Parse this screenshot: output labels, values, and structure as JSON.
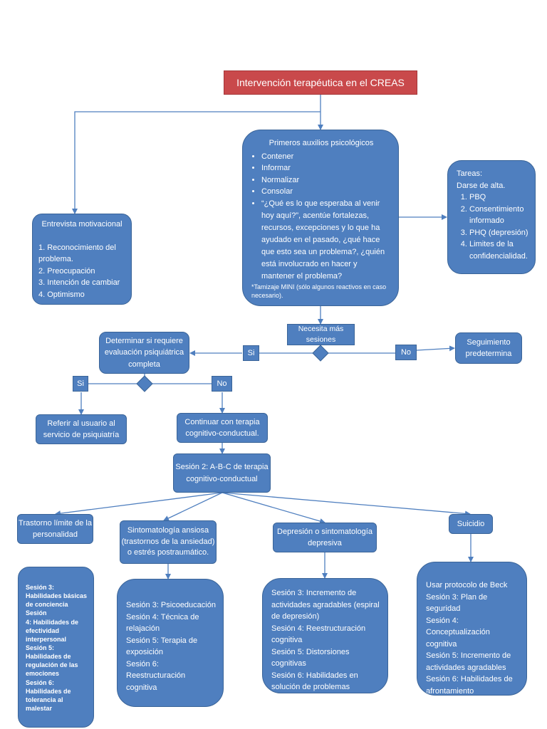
{
  "colors": {
    "node_fill": "#4f7fbf",
    "title_fill": "#c9494b",
    "line": "#4f7fbf"
  },
  "title": "Intervención terapéutica en el CREAS",
  "pap": {
    "heading": "Primeros auxilios psicológicos",
    "items": [
      "Contener",
      "Informar",
      "Normalizar",
      "Consolar",
      "“¿Qué es lo que esperaba al venir hoy aquí?”,  acentúe fortalezas, recursos, excepciones y lo que ha ayudado en el pasado, ¿qué hace que esto sea un problema?, ¿quién está involucrado en hacer y mantener el problema?"
    ],
    "note": "*Tamizaje MINI (sólo algunos reactivos en caso necesario)."
  },
  "entrevista": {
    "heading": "Entrevista motivacional",
    "items": [
      "1. Reconocimiento del problema.",
      "2. Preocupación",
      "3. Intención de cambiar",
      "4. Optimismo"
    ]
  },
  "tareas": {
    "heading": "Tareas:",
    "subheading": "Darse de alta.",
    "items": [
      "PBQ",
      "Consentimiento informado",
      "PHQ (depresión)",
      "Limites de la confidencialidad."
    ]
  },
  "necesita": "Necesita más sesiones",
  "si_1": "Si",
  "no_1": "No",
  "seguimiento": "Seguimiento predetermina",
  "determinar": "Determinar si requiere evaluación psiquiátrica completa",
  "si_2": "Si",
  "no_2": "No",
  "referir": "Referir al usuario al servicio de psiquiatría",
  "continuar": "Continuar con terapia cognitivo-conductual.",
  "sesion2": "Sesión 2: A-B-C de terapia cognitivo-conductual",
  "branches": {
    "trastorno": "Trastorno límite de la personalidad",
    "ansiosa": "Sintomatología ansiosa (trastornos de la ansiedad) o estrés postraumático.",
    "depresion": "Depresión o sintomatología depresiva",
    "suicidio": "Suicidio"
  },
  "details": {
    "trastorno": [
      "Sesión 3: Habilidades básicas de conciencia",
      "Sesión",
      "4: Habilidades de efectividad interpersonal",
      "Sesión 5: Habilidades de regulación de las emociones",
      "Sesión 6: Habilidades de tolerancia al malestar"
    ],
    "ansiosa": [
      "Sesión 3: Psicoeducación",
      "Sesión 4: Técnica de relajación",
      "Sesión 5: Terapia de exposición",
      "Sesión 6: Reestructuración cognitiva"
    ],
    "depresion": [
      "Sesión 3: Incremento de actividades agradables (espiral de depresión)",
      "Sesión 4: Reestructuración cognitiva",
      "Sesión 5: Distorsiones cognitivas",
      "Sesión 6: Habilidades en solución de problemas"
    ],
    "suicidio": [
      "Usar protocolo de Beck",
      "Sesión 3: Plan de seguridad",
      "Sesión 4: Conceptualización cognitiva",
      "Sesión 5: Incremento de actividades agradables",
      "Sesión 6: Habilidades de afrontamiento"
    ]
  }
}
